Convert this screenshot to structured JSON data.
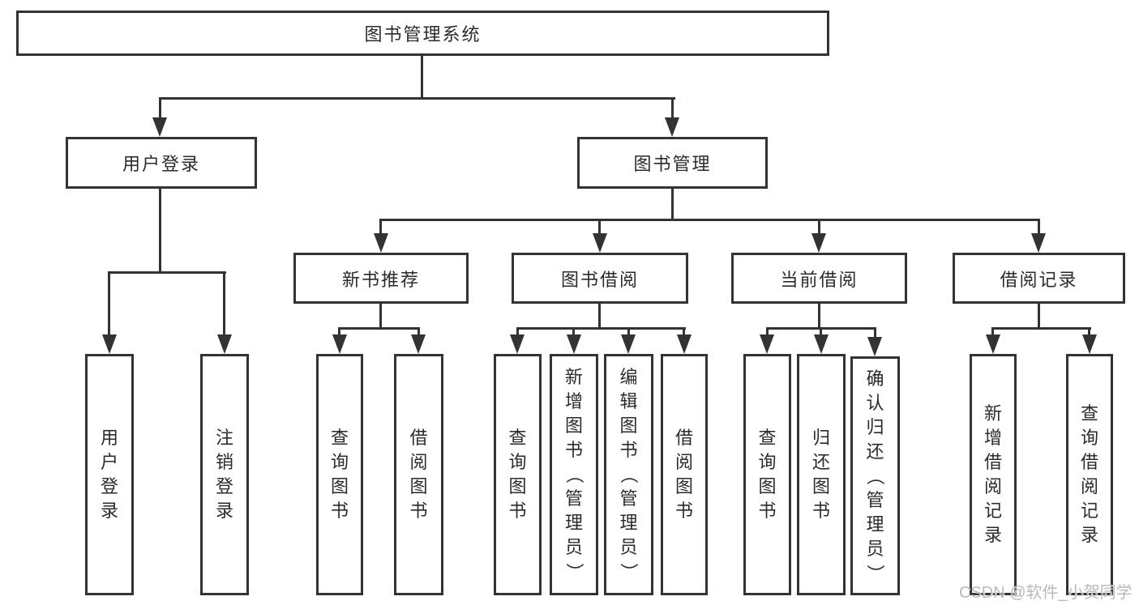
{
  "colors": {
    "line": "#333333",
    "text": "#2b2b2b",
    "background": "#ffffff",
    "watermark": "#b9b9b9"
  },
  "nodes": {
    "root": "图书管理系统",
    "user_login": "用户登录",
    "book_mgmt": "图书管理",
    "new_book_rec": "新书推荐",
    "book_borrow": "图书借阅",
    "current_borrow": "当前借阅",
    "borrow_records": "借阅记录",
    "leaf_user_login": "用户登录",
    "leaf_logout": "注销登录",
    "leaf_query_books_1": "查询图书",
    "leaf_borrow_books_1": "借阅图书",
    "leaf_query_books_2": "查询图书",
    "leaf_add_books": "新增图书（管理员）",
    "leaf_edit_books": "编辑图书（管理员）",
    "leaf_borrow_books_2": "借阅图书",
    "leaf_query_books_3": "查询图书",
    "leaf_return_books": "归还图书",
    "leaf_confirm_return": "确认归还（管理员）",
    "leaf_add_record": "新增借阅记录",
    "leaf_query_record": "查询借阅记录"
  },
  "watermark": {
    "text": "CSDN @软件_小贺同学"
  }
}
